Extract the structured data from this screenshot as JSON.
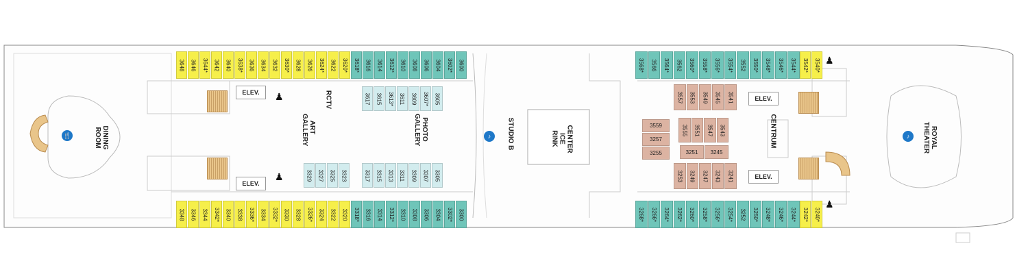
{
  "venues": {
    "dining_room": "DINING\nROOM",
    "art_gallery": "ART\nGALLERY",
    "rctv": "RCTV",
    "photo_gallery": "PHOTO\nGALLERY",
    "studio_b": "STUDIO B",
    "center_ice_rink": "CENTER\nICE\nRINK",
    "centrum": "CENTRUM",
    "royal_theater": "ROYAL\nTHEATER"
  },
  "elevator_label": "ELEV.",
  "cabins": {
    "top_yellow": [
      "3648",
      "3646",
      "3644*",
      "3642",
      "3640",
      "3638*",
      "3636",
      "3634",
      "3632",
      "3630*",
      "3628",
      "3626",
      "3624*",
      "3622",
      "3620*"
    ],
    "top_teal": [
      "3618*",
      "3616",
      "3614",
      "3612*",
      "3610",
      "3608",
      "3606",
      "3604",
      "3602*",
      "3600"
    ],
    "bottom_yellow": [
      "3348",
      "3346",
      "3344",
      "3342*",
      "3340",
      "3338",
      "3336*",
      "3334",
      "3332*",
      "3330",
      "3328",
      "3326*",
      "3324",
      "3322",
      "3320"
    ],
    "bottom_teal": [
      "3318*",
      "3316",
      "3314",
      "3312*",
      "3310",
      "3308",
      "3306",
      "3304",
      "3302*",
      "3300"
    ],
    "inner_top": [
      "3617",
      "3615",
      "3613*",
      "3611",
      "3609",
      "3607*",
      "3605"
    ],
    "inner_bottom_left": [
      "3329",
      "3327",
      "3325",
      "3323"
    ],
    "inner_bottom_right": [
      "3317",
      "3315",
      "3313",
      "3311",
      "3309",
      "3307",
      "3305"
    ],
    "aft_top_teal": [
      "3568*",
      "3566",
      "3564*",
      "3562",
      "3560*",
      "3558*",
      "3556*",
      "3554*",
      "3552",
      "3550*",
      "3548*",
      "3546*",
      "3544*"
    ],
    "aft_top_yellow": [
      "3542*",
      "3540*"
    ],
    "aft_bottom_teal": [
      "3268*",
      "3266*",
      "3264*",
      "3262*",
      "3260*",
      "3258*",
      "3256*",
      "3254*",
      "3252",
      "3250*",
      "3248*",
      "3246*",
      "3244*"
    ],
    "aft_bottom_yellow": [
      "3242*",
      "3240*"
    ],
    "tan_top": [
      "3557",
      "3553",
      "3549",
      "3545",
      "3541"
    ],
    "tan_left": [
      "3559",
      "3257",
      "3255"
    ],
    "tan_mid": [
      "3555",
      "3551",
      "3547",
      "3543"
    ],
    "tan_row2": [
      "3251",
      "3245"
    ],
    "tan_bottom": [
      "3253",
      "3249",
      "3247",
      "3243",
      "3241"
    ]
  },
  "colors": {
    "yellow_cabin": "#f6ef4a",
    "teal_cabin": "#6fc5b9",
    "light_blue_cabin": "#d2ecee",
    "tan_cabin": "#dcb3a2",
    "venue_pin": "#1e78c8"
  },
  "icons": [
    "restaurant-icon",
    "theater-icon",
    "elevator-person-icon",
    "stairs-icon"
  ]
}
